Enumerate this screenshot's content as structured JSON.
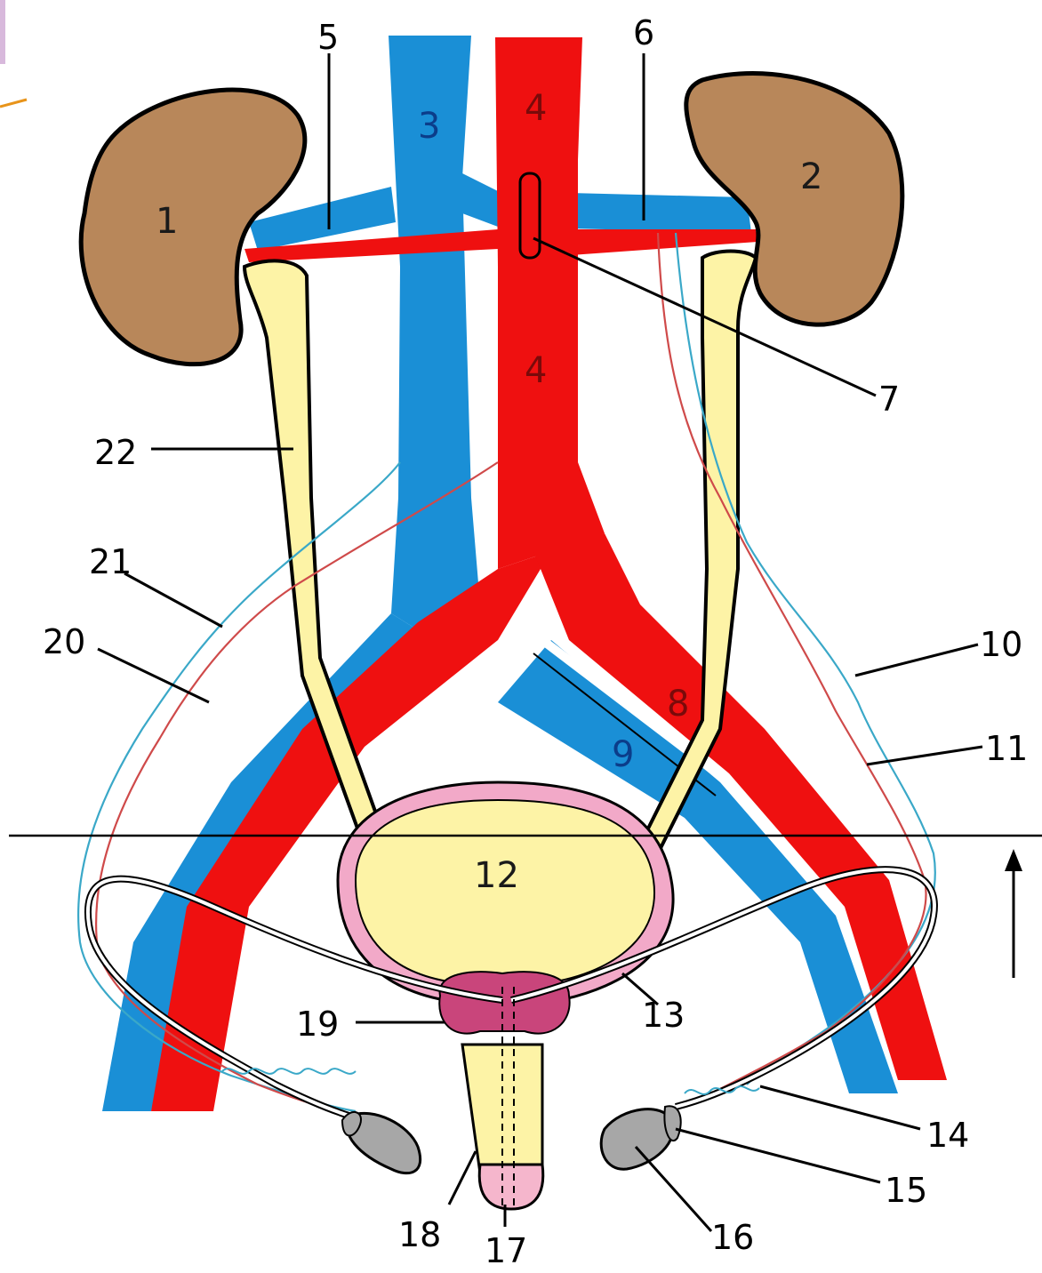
{
  "colors": {
    "vein": "#1a8fd6",
    "artery": "#ef1010",
    "kidney": "#b8875a",
    "ureter": "#fdf3a6",
    "bladder_wall": "#f2a9c8",
    "prostate": "#c9457b",
    "testis": "#a7a7a7",
    "glans": "#f5b6cc",
    "nerve_blue": "#3aa8c8",
    "nerve_red": "#cf4a4a",
    "corner_tab": "#d8b9dc",
    "corner_line": "#e8941a"
  },
  "labels": {
    "l1": "1",
    "l2": "2",
    "l3": "3",
    "l4a": "4",
    "l4b": "4",
    "l5": "5",
    "l6": "6",
    "l7": "7",
    "l8": "8",
    "l9": "9",
    "l10": "10",
    "l11": "11",
    "l12": "12",
    "l13": "13",
    "l14": "14",
    "l15": "15",
    "l16": "16",
    "l17": "17",
    "l18": "18",
    "l19": "19",
    "l20": "20",
    "l21": "21",
    "l22": "22"
  }
}
